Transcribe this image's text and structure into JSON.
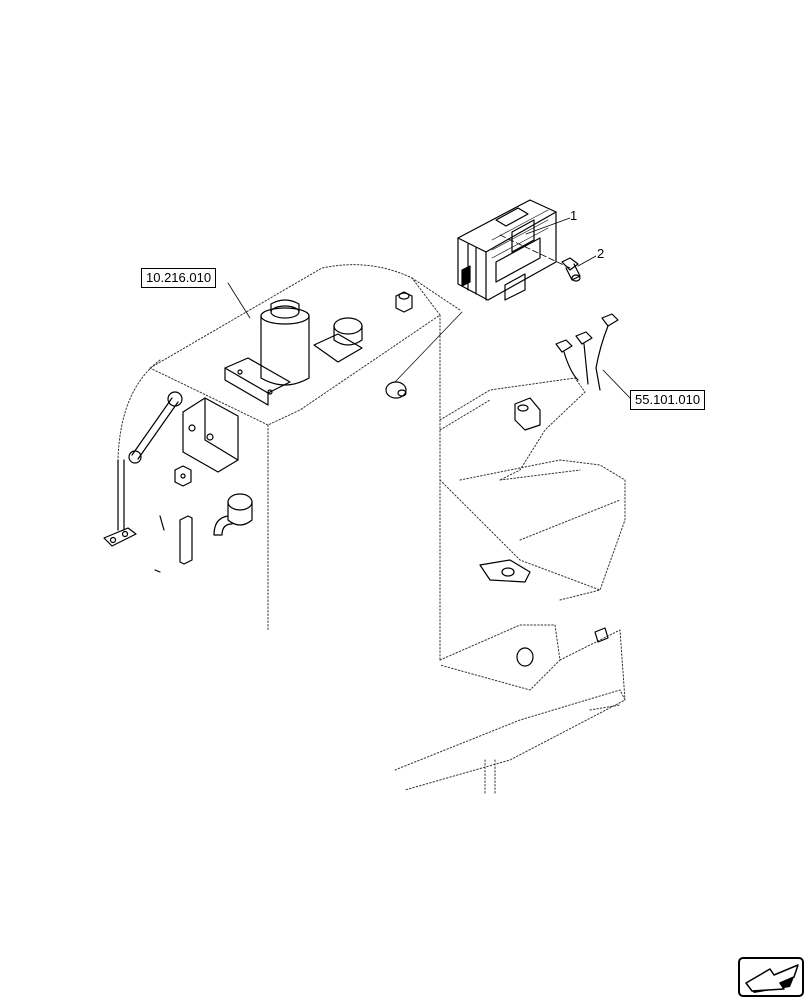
{
  "reference_labels": {
    "tank_ref": "10.216.010",
    "harness_ref": "55.101.010"
  },
  "callouts": {
    "item_1": "1",
    "item_2": "2"
  },
  "icons": {
    "navigation": "back-arrow-icon"
  },
  "colors": {
    "line": "#000000",
    "hidden_line": "#333333",
    "background": "#ffffff",
    "part_fill": "#e6e6e6"
  }
}
